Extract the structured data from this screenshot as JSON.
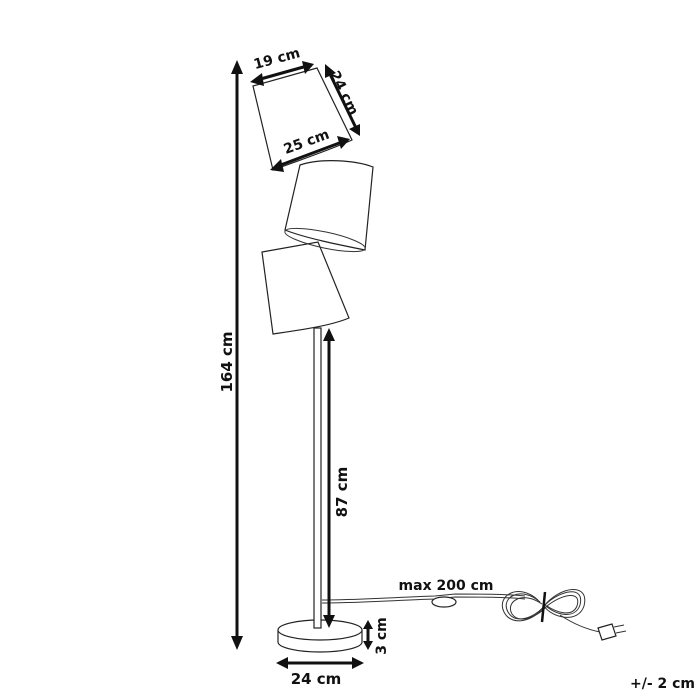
{
  "diagram": {
    "subject": "floor-lamp-dimensions",
    "colors": {
      "line": "#222222",
      "dimension": "#111111",
      "background": "#ffffff"
    },
    "dimensions": {
      "total_height": "164 cm",
      "shade_top_diameter": "19 cm",
      "shade_height": "24 cm",
      "shade_bottom_diameter": "25 cm",
      "pole_height": "87 cm",
      "base_diameter": "24 cm",
      "base_height": "3 cm",
      "cable_length": "max 200 cm"
    },
    "tolerance": "+/- 2 cm"
  }
}
